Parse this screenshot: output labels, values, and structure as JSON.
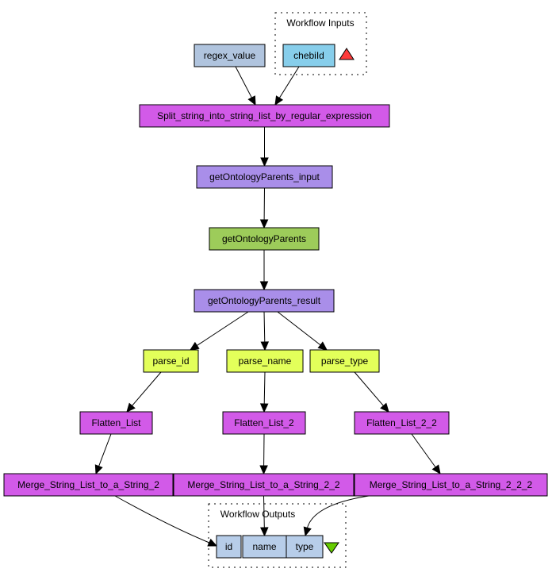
{
  "diagram": {
    "type": "workflow-graph",
    "colors": {
      "string_constant": "#b0c4de",
      "workflow_port": "#87ceeb",
      "local_worker": "#d25ae8",
      "xml_splitter": "#a98ee9",
      "web_service": "#9dcc5a",
      "xpath": "#e3ff5a",
      "output_port": "#b7cde9",
      "input_triangle": "#ff3b3b",
      "output_triangle": "#66cc00"
    },
    "clusters": {
      "inputs": {
        "label": "Workflow Inputs"
      },
      "outputs": {
        "label": "Workflow Outputs"
      }
    },
    "nodes": [
      {
        "id": "regex_value",
        "label": "regex_value",
        "kind": "string_constant"
      },
      {
        "id": "chebiId",
        "label": "chebiId",
        "kind": "workflow_port"
      },
      {
        "id": "split",
        "label": "Split_string_into_string_list_by_regular_expression",
        "kind": "local_worker"
      },
      {
        "id": "gop_input",
        "label": "getOntologyParents_input",
        "kind": "xml_splitter"
      },
      {
        "id": "gop",
        "label": "getOntologyParents",
        "kind": "web_service"
      },
      {
        "id": "gop_result",
        "label": "getOntologyParents_result",
        "kind": "xml_splitter"
      },
      {
        "id": "parse_id",
        "label": "parse_id",
        "kind": "xpath"
      },
      {
        "id": "parse_name",
        "label": "parse_name",
        "kind": "xpath"
      },
      {
        "id": "parse_type",
        "label": "parse_type",
        "kind": "xpath"
      },
      {
        "id": "flatten1",
        "label": "Flatten_List",
        "kind": "local_worker"
      },
      {
        "id": "flatten2",
        "label": "Flatten_List_2",
        "kind": "local_worker"
      },
      {
        "id": "flatten3",
        "label": "Flatten_List_2_2",
        "kind": "local_worker"
      },
      {
        "id": "merge1",
        "label": "Merge_String_List_to_a_String_2",
        "kind": "local_worker"
      },
      {
        "id": "merge2",
        "label": "Merge_String_List_to_a_String_2_2",
        "kind": "local_worker"
      },
      {
        "id": "merge3",
        "label": "Merge_String_List_to_a_String_2_2_2",
        "kind": "local_worker"
      },
      {
        "id": "out_id",
        "label": "id",
        "kind": "output_port"
      },
      {
        "id": "out_name",
        "label": "name",
        "kind": "output_port"
      },
      {
        "id": "out_type",
        "label": "type",
        "kind": "output_port"
      }
    ],
    "edges": [
      {
        "from": "regex_value",
        "to": "split"
      },
      {
        "from": "chebiId",
        "to": "split"
      },
      {
        "from": "split",
        "to": "gop_input"
      },
      {
        "from": "gop_input",
        "to": "gop"
      },
      {
        "from": "gop",
        "to": "gop_result"
      },
      {
        "from": "gop_result",
        "to": "parse_id"
      },
      {
        "from": "gop_result",
        "to": "parse_name"
      },
      {
        "from": "gop_result",
        "to": "parse_type"
      },
      {
        "from": "parse_id",
        "to": "flatten1"
      },
      {
        "from": "parse_name",
        "to": "flatten2"
      },
      {
        "from": "parse_type",
        "to": "flatten3"
      },
      {
        "from": "flatten1",
        "to": "merge1"
      },
      {
        "from": "flatten2",
        "to": "merge2"
      },
      {
        "from": "flatten3",
        "to": "merge3"
      },
      {
        "from": "merge1",
        "to": "out_id"
      },
      {
        "from": "merge2",
        "to": "out_name"
      },
      {
        "from": "merge3",
        "to": "out_type"
      }
    ]
  }
}
